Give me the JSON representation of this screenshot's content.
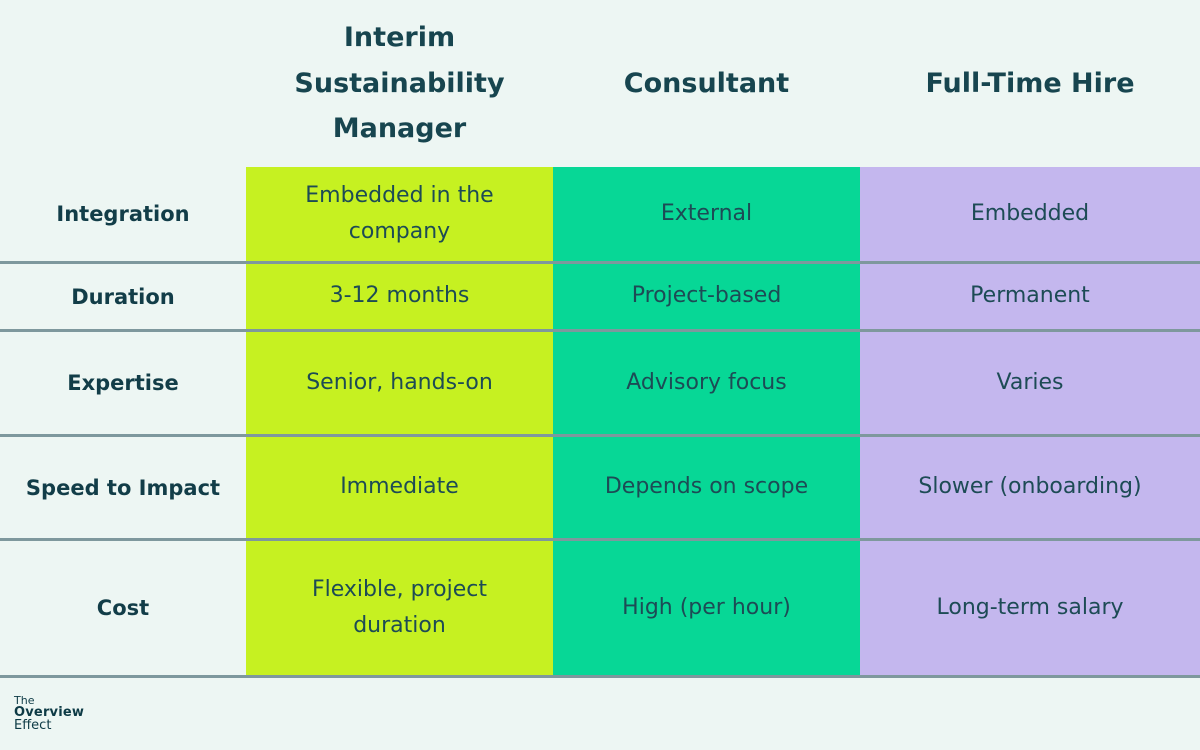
{
  "title": "Interim Sustainability Manager vs Consultant vs Full-Time Hire comparison",
  "colors": {
    "background": "#edf6f3",
    "interim_column": "#c6f121",
    "consultant_column": "#07d796",
    "fulltime_column": "#c4b7ee",
    "text_dark_teal": "#17454f",
    "divider": "rgba(35,75,85,0.55)"
  },
  "table": {
    "column_headers": [
      "Interim Sustainability Manager",
      "Consultant",
      "Full-Time Hire"
    ],
    "rows": [
      {
        "label": "Integration",
        "values": [
          "Embedded in the company",
          "External",
          "Embedded"
        ]
      },
      {
        "label": "Duration",
        "values": [
          "3-12 months",
          "Project-based",
          "Permanent"
        ]
      },
      {
        "label": "Expertise",
        "values": [
          "Senior, hands-on",
          "Advisory focus",
          "Varies"
        ]
      },
      {
        "label": "Speed to Impact",
        "values": [
          "Immediate",
          "Depends on scope",
          "Slower (onboarding)"
        ]
      },
      {
        "label": "Cost",
        "values": [
          "Flexible, project duration",
          "High (per hour)",
          "Long-term salary"
        ]
      }
    ]
  },
  "logo": {
    "line1": "The",
    "line2": "Overview",
    "line3": "Effect"
  },
  "chart_data": {
    "type": "table",
    "title": "",
    "row_header_column": [
      "Integration",
      "Duration",
      "Expertise",
      "Speed to Impact",
      "Cost"
    ],
    "columns": [
      "Interim Sustainability Manager",
      "Consultant",
      "Full-Time Hire"
    ],
    "cells": [
      [
        "Embedded in the company",
        "External",
        "Embedded"
      ],
      [
        "3-12 months",
        "Project-based",
        "Permanent"
      ],
      [
        "Senior, hands-on",
        "Advisory focus",
        "Varies"
      ],
      [
        "Immediate",
        "Depends on scope",
        "Slower (onboarding)"
      ],
      [
        "Flexible, project duration",
        "High (per hour)",
        "Long-term salary"
      ]
    ],
    "layout": "comparison matrix, row labels on unfilled background, each option column color-coded (lime, teal, lavender), thin horizontal dividers between rows"
  }
}
